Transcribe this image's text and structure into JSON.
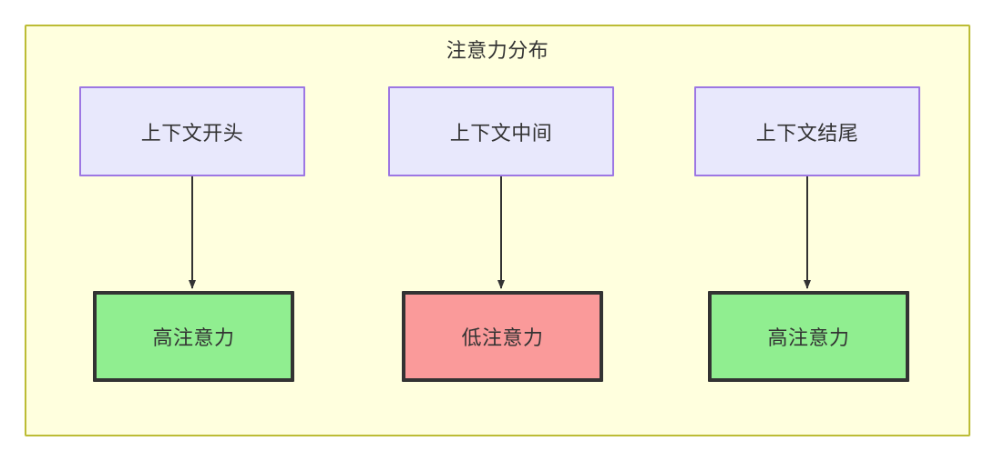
{
  "diagram": {
    "title": "注意力分布",
    "container": {
      "fill": "#ffffde",
      "stroke": "#bcbc35"
    },
    "nodes": [
      {
        "id": "context-start",
        "label": "上下文开头",
        "row": "top",
        "column": 1,
        "fill": "#e8e8fc",
        "stroke": "#9d77e3"
      },
      {
        "id": "context-middle",
        "label": "上下文中间",
        "row": "top",
        "column": 2,
        "fill": "#e8e8fc",
        "stroke": "#9d77e3"
      },
      {
        "id": "context-end",
        "label": "上下文结尾",
        "row": "top",
        "column": 3,
        "fill": "#e8e8fc",
        "stroke": "#9d77e3"
      },
      {
        "id": "attention-high-start",
        "label": "高注意力",
        "row": "bottom",
        "column": 1,
        "fill": "#90ee90",
        "stroke": "#333333"
      },
      {
        "id": "attention-low-middle",
        "label": "低注意力",
        "row": "bottom",
        "column": 2,
        "fill": "#fa9a9a",
        "stroke": "#333333"
      },
      {
        "id": "attention-high-end",
        "label": "高注意力",
        "row": "bottom",
        "column": 3,
        "fill": "#90ee90",
        "stroke": "#333333"
      }
    ],
    "edges": [
      {
        "id": "edge-1",
        "from": "context-start",
        "to": "attention-high-start",
        "label": ""
      },
      {
        "id": "edge-2",
        "from": "context-middle",
        "to": "attention-low-middle",
        "label": ""
      },
      {
        "id": "edge-3",
        "from": "context-end",
        "to": "attention-high-end",
        "label": ""
      }
    ]
  }
}
